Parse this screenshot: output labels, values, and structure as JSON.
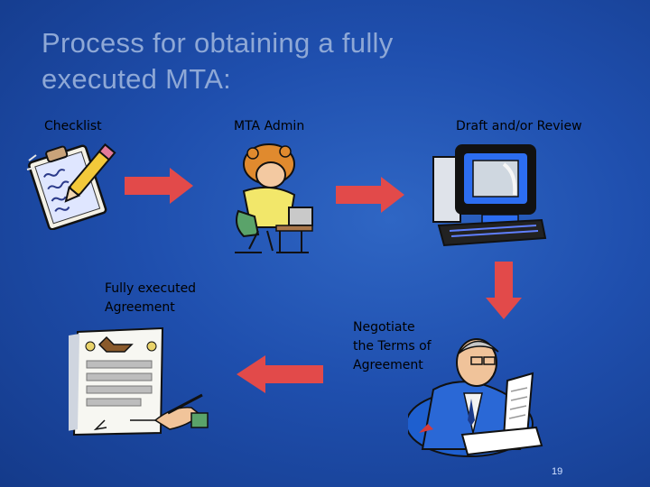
{
  "slide": {
    "title": "Process for obtaining a fully executed MTA:",
    "page_number": "19"
  },
  "steps": {
    "checklist": "Checklist",
    "mta_admin": "MTA Admin",
    "draft_review": "Draft and/or Review",
    "fully_executed_line1": "Fully executed",
    "fully_executed_line2": "Agreement",
    "negotiate_line1": "Negotiate",
    "negotiate_line2": "the Terms of",
    "negotiate_line3": "Agreement"
  },
  "colors": {
    "arrow": "#e24a4a",
    "background": "#1f4fae",
    "title": "#8ea8d6"
  },
  "icons": [
    "checklist-clipboard-icon",
    "office-worker-icon",
    "computer-icon",
    "contract-document-icon",
    "businessman-reading-icon"
  ]
}
